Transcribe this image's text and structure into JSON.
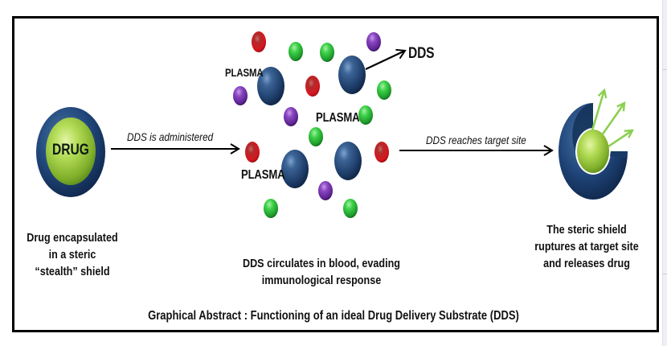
{
  "figure": {
    "title": "Graphical Abstract : Functioning of an ideal Drug Delivery Substrate (DDS)",
    "stages": [
      {
        "id": "encapsulated",
        "sphere_label": "DRUG",
        "caption_lines": [
          "Drug encapsulated",
          "in a steric",
          "“stealth” shield"
        ]
      },
      {
        "id": "circulation",
        "caption_lines": [
          "DDS circulates in blood, evading",
          "immunological response"
        ]
      },
      {
        "id": "release",
        "caption_lines": [
          "The steric shield",
          "ruptures at target site",
          "and releases drug"
        ]
      }
    ],
    "arrows": [
      {
        "label": "DDS is administered"
      },
      {
        "label": "DDS reaches target site"
      }
    ],
    "annotations": {
      "dds_pointer": "DDS",
      "plasma_labels": [
        "PLASMA",
        "PLASMA",
        "PLASMA"
      ]
    },
    "particle_kinds": {
      "dds": {
        "name": "DDS carrier (blue)",
        "color": "#2d4f78"
      },
      "red": {
        "name": "red blood cell",
        "color": "#c8141c"
      },
      "green": {
        "name": "plasma particle (green)",
        "color": "#2fbf3a"
      },
      "purple": {
        "name": "plasma particle (purple)",
        "color": "#7a38b0"
      }
    },
    "colors": {
      "shield_blue": "#1f3f6c",
      "drug_green": "#a6d64a",
      "release_arrow_green": "#8ccf52",
      "frame": "#000000"
    }
  }
}
